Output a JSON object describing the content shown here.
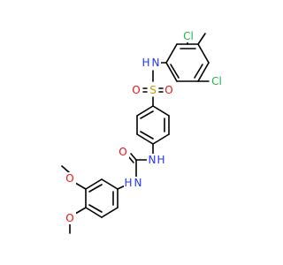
{
  "molecule": {
    "atoms": {
      "cl_top": "Cl",
      "cl_bottom": "Cl",
      "nh_sulfonamide": "N",
      "h_sulfonamide": "H",
      "sulfur": "S",
      "o_left": "O",
      "o_right": "O",
      "nh_urea_top": "N",
      "h_urea_top": "H",
      "o_carbonyl": "O",
      "nh_urea_bottom": "N",
      "h_urea_bottom": "H",
      "o_methoxy_upper": "O",
      "o_methoxy_lower": "O"
    },
    "colors": {
      "carbon_bond": "#000000",
      "chlorine": "#22b14c",
      "nitrogen": "#2233ff",
      "oxygen": "#ee1111",
      "sulfur": "#b8a000"
    }
  }
}
